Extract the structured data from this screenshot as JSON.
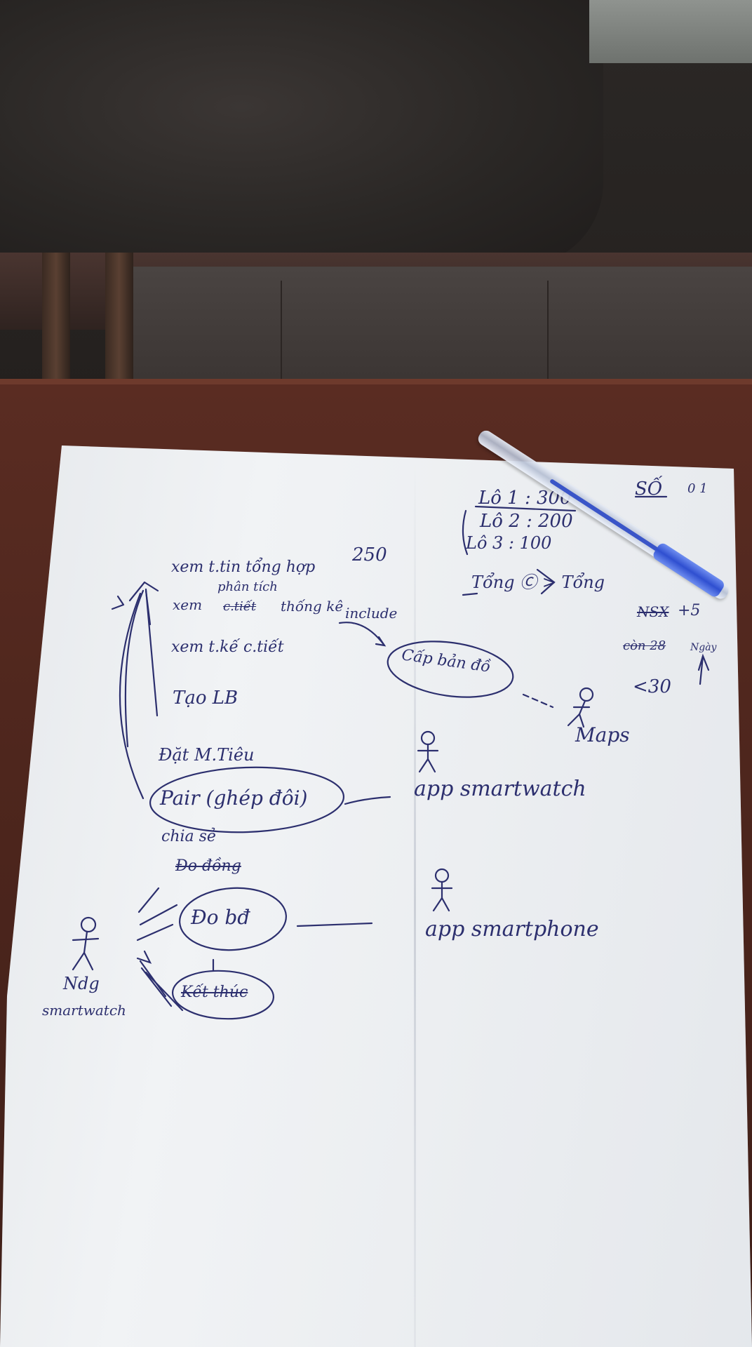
{
  "sheet": {
    "top_right": {
      "label": "SỐ",
      "number": "0 1"
    },
    "table": {
      "row1": "Lô 1 : 300",
      "row2": "Lô 2 : 200",
      "row3": "Lô 3 : 100",
      "total_line": "Tổng Ⓒ > Tổng",
      "note_crossed": "NSX",
      "note_plus": "+5",
      "note_crossed2": "còn 28",
      "note_days": "Ngày",
      "less_than": "<30",
      "number_side": "250"
    },
    "use_cases": {
      "u1": "xem t.tin tổng hợp",
      "u2_top": "phân tích",
      "u2_crossed": "c.tiết",
      "u2": "xem",
      "u2_end": "thống kê",
      "u3": "xem t.kế c.tiết",
      "u4": "Tạo LB",
      "u5": "Đặt M.Tiêu",
      "u6": "Pair (ghép đôi)",
      "u7": "chia sẻ",
      "u8": "Đo đồng",
      "u9": "Đo bđ",
      "u10": "Kết thúc",
      "u11": "Cấp bản đồ",
      "include": "include"
    },
    "actors": {
      "maps": "Maps",
      "app_smartwatch": "app smartwatch",
      "app_smartphone": "app smartphone",
      "user_smartwatch_1": "Ndg",
      "user_smartwatch_2": "smartwatch"
    }
  }
}
